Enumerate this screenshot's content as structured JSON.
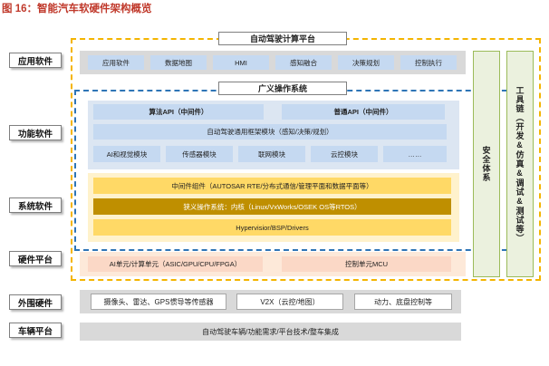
{
  "title": "图 16：智能汽车软硬件架构概览",
  "layers": {
    "app": "应用软件",
    "func": "功能软件",
    "sys": "系统软件",
    "hw": "硬件平台",
    "periph": "外围硬件",
    "vehicle": "车辆平台"
  },
  "platform_title": "自动驾驶计算平台",
  "os_title": "广义操作系统",
  "apps": [
    "应用软件",
    "数据地图",
    "HMI",
    "感知融合",
    "决策规划",
    "控制执行"
  ],
  "func": {
    "algo_api": "算法API（中间件）",
    "common_api": "普通API（中间件）",
    "framework": "自动驾驶通用框架模块（感知/决策/规划）",
    "modules": [
      "AI和视觉模块",
      "传感器模块",
      "联网模块",
      "云控模块",
      "……"
    ]
  },
  "sys": {
    "middleware": "中间件组件（AUTOSAR RTE/分布式通信/管理平面和数据平面等）",
    "kernel": "狭义操作系统：内核（Linux/VxWorks/OSEK OS等RTOS）",
    "hypervisor": "Hypervisior/BSP/Drivers"
  },
  "hw": {
    "ai_unit": "AI单元/计算单元（ASIC/GPU/CPU/FPGA）",
    "mcu": "控制单元MCU"
  },
  "periph": [
    "摄像头、雷达、GPS惯导等传感器",
    "V2X（云控/地图）",
    "动力、底盘控制等"
  ],
  "vehicle": "自动驾驶车辆/功能需求/平台技术/整车集成",
  "safety": "安全体系",
  "toolchain": "工具链（开发&仿真&调试&测试等）"
}
